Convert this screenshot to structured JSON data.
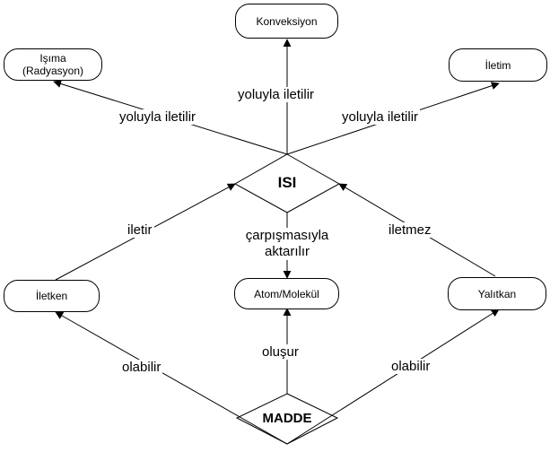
{
  "nodes": {
    "isi": "ISI",
    "madde": "MADDE",
    "konveksiyon": "Konveksiyon",
    "isima": "Işıma\n(Radyasyon)",
    "iletim": "İletim",
    "iletken": "İletken",
    "atom": "Atom/Molekül",
    "yalitkan": "Yalıtkan"
  },
  "edges": {
    "left_top": "yoluyla iletilir",
    "mid_top": "yoluyla iletilir",
    "right_top": "yoluyla iletilir",
    "iletir": "iletir",
    "carpisma": "çarpışmasıyla\naktarılır",
    "iletmez": "iletmez",
    "olabilir_left": "olabilir",
    "olusur": "oluşur",
    "olabilir_right": "olabilir"
  }
}
